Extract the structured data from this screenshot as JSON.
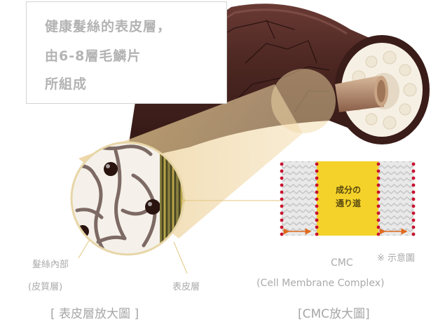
{
  "intro": {
    "lines": [
      "健康髮絲的表皮層，",
      "由6-8層毛鱗片",
      "所組成"
    ]
  },
  "cuticle_diagram": {
    "label_inner_line1": "髮絲內部",
    "label_inner_line2": "(皮質層)",
    "label_cuticle": "表皮層",
    "caption": "[ 表皮層放大圖 ]"
  },
  "cmc_diagram": {
    "path_line1": "成分の",
    "path_line2": "通り道",
    "label_cmc": "CMC",
    "label_full": "(Cell Membrane Complex)",
    "note": "※ 示意圖",
    "caption": "[CMC放大圖]"
  },
  "colors": {
    "hair_brown": "#4a2420",
    "cmc_yellow": "#f5d22a",
    "red_dots": "#c8102e",
    "arrow_orange": "#e06a1e",
    "text_gray": "#aaaaaa"
  }
}
